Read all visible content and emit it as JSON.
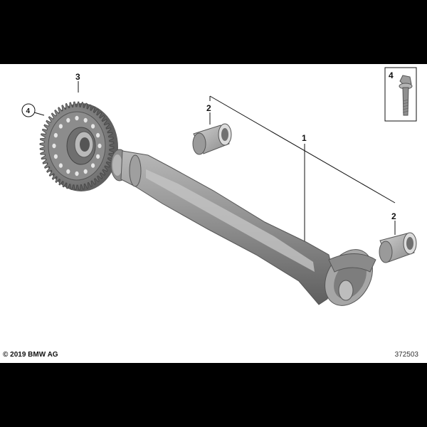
{
  "callouts": {
    "c1": "1",
    "c2a": "2",
    "c2b": "2",
    "c3": "3",
    "c4a": "4",
    "c4b": "4"
  },
  "footer": {
    "copyright": "© 2019 BMW AG",
    "diagram_number": "372503"
  },
  "colors": {
    "background": "#ffffff",
    "frame": "#000000",
    "part_dark": "#6e6e6e",
    "part_mid": "#9a9a9a",
    "part_light": "#c8c8c8"
  }
}
